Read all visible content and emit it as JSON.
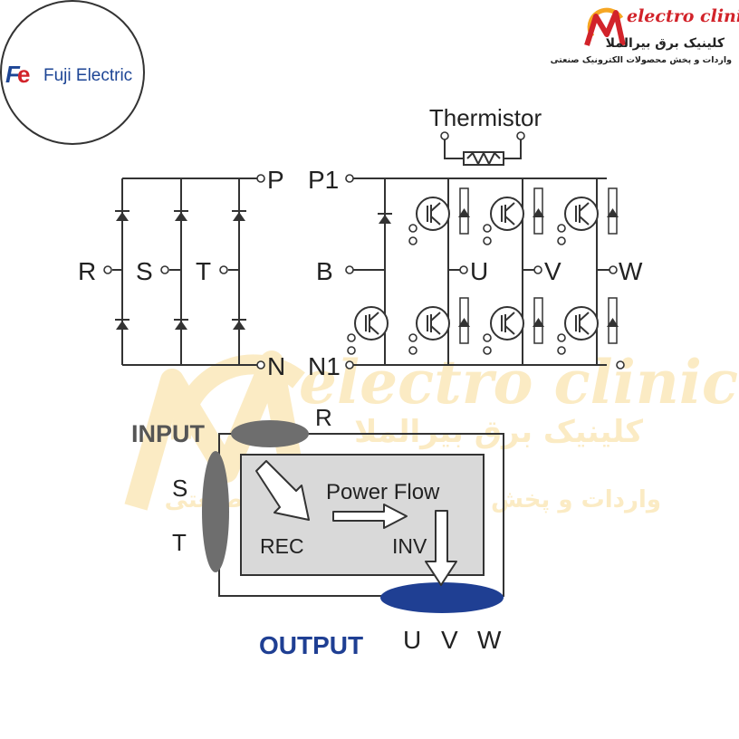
{
  "brand": {
    "fuji_logo": "Fuji Electric",
    "clinic_logo_en": "electro clinic",
    "clinic_logo_fa": "کلینیک برق بیرالملا",
    "clinic_tagline_fa": "واردات و پخش محصولات الکترونیک صنعتی"
  },
  "watermark": {
    "en": "electro clinic",
    "fa": "کلینیک برق بیرالملا",
    "tagline": "واردات و پخش محصولات الکترونیک صنعتی"
  },
  "circuit": {
    "thermistor_label": "Thermistor",
    "terminals": {
      "P": "P",
      "N": "N",
      "P1": "P1",
      "N1": "N1",
      "B": "B",
      "R": "R",
      "S": "S",
      "T": "T",
      "U": "U",
      "V": "V",
      "W": "W"
    }
  },
  "flow": {
    "input_label": "INPUT",
    "input_phases": [
      "R",
      "S",
      "T"
    ],
    "power_flow_label": "Power Flow",
    "rec_label": "REC",
    "inv_label": "INV",
    "output_label": "OUTPUT",
    "output_phases": [
      "U",
      "V",
      "W"
    ]
  },
  "colors": {
    "output_blue": "#1f3f93",
    "input_grey": "#6e6e6e",
    "box_fill": "#d9d9d9",
    "fuji_blue": "#1d4595",
    "clinic_red": "#d2232a",
    "watermark": "#f3c24a"
  }
}
